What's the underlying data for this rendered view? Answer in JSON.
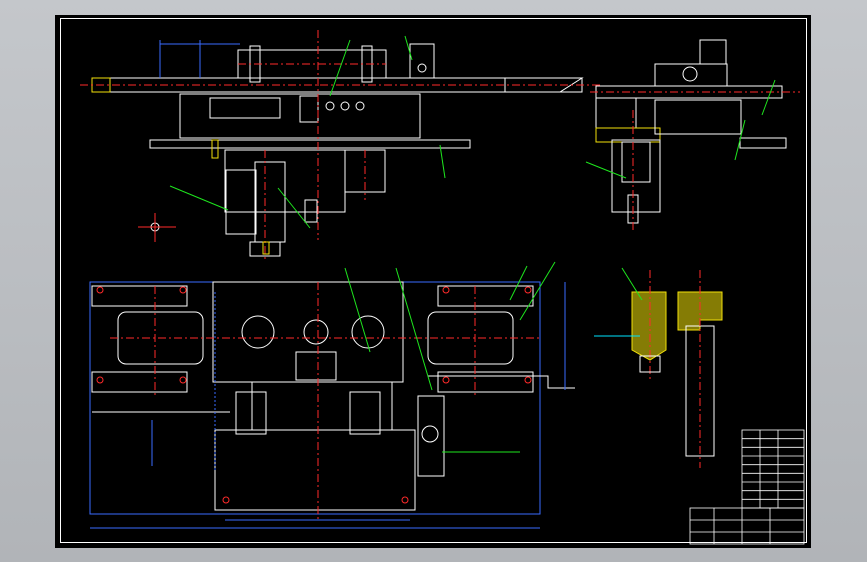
{
  "document": {
    "type": "mechanical assembly drawing",
    "background": "#000000",
    "colors": {
      "outline": "#ffffff",
      "dimension": "#3a6bff",
      "leader": "#1ee61e",
      "centerline": "#ff2a2a",
      "hatch": "#f2e10a",
      "hidden": "#ff00ff",
      "accent_cyan": "#00e5ff"
    }
  },
  "views": [
    {
      "name": "front-view"
    },
    {
      "name": "side-view"
    },
    {
      "name": "plan-view"
    },
    {
      "name": "section-detail"
    }
  ],
  "title_block": {
    "color": "#ff2a2a",
    "bom_rows": 9,
    "cells": []
  },
  "icons": {
    "title_block": "table-grid-icon",
    "frame": "drawing-frame-icon"
  }
}
